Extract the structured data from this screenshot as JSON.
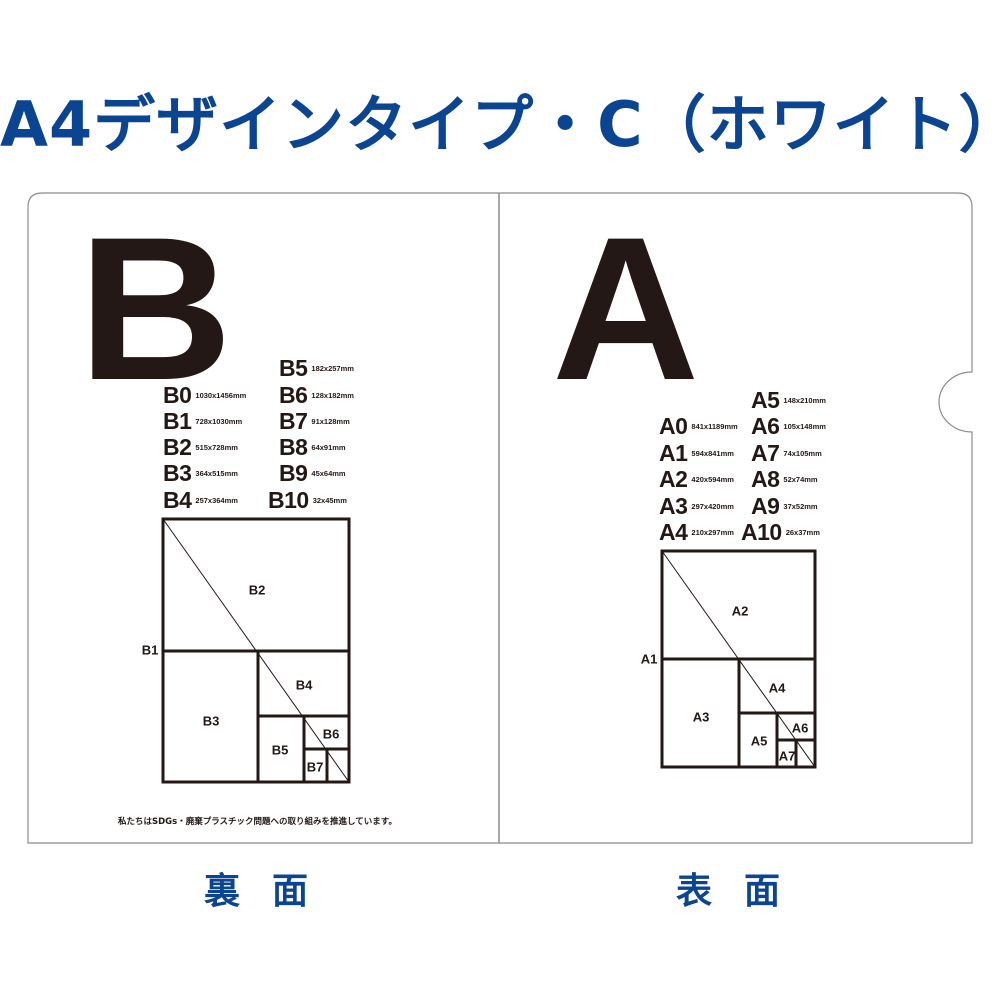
{
  "title": "A4デザインタイプ・C（ホワイト）",
  "colors": {
    "title": "#0b4591",
    "ink": "#231815",
    "outline": "#8c8c8c",
    "background": "#ffffff"
  },
  "back_side": {
    "label": "裏面",
    "big_letter": "B",
    "sizes_left": [
      {
        "code": "B0",
        "dim": "1030x1456mm"
      },
      {
        "code": "B1",
        "dim": "728x1030mm"
      },
      {
        "code": "B2",
        "dim": "515x728mm"
      },
      {
        "code": "B3",
        "dim": "364x515mm"
      },
      {
        "code": "B4",
        "dim": "257x364mm"
      }
    ],
    "sizes_right": [
      {
        "code": "B5",
        "dim": "182x257mm"
      },
      {
        "code": "B6",
        "dim": "128x182mm"
      },
      {
        "code": "B7",
        "dim": "91x128mm"
      },
      {
        "code": "B8",
        "dim": "64x91mm"
      },
      {
        "code": "B9",
        "dim": "45x64mm"
      },
      {
        "code": "B10",
        "dim": "32x45mm"
      }
    ],
    "diagram_labels": {
      "b1": "B1",
      "b2": "B2",
      "b3": "B3",
      "b4": "B4",
      "b5": "B5",
      "b6": "B6",
      "b7": "B7"
    },
    "notice": "私たちはSDGs・廃棄プラスチック問題への取り組みを推進しています。"
  },
  "front_side": {
    "label": "表面",
    "big_letter": "A",
    "sizes_left": [
      {
        "code": "A0",
        "dim": "841x1189mm"
      },
      {
        "code": "A1",
        "dim": "594x841mm"
      },
      {
        "code": "A2",
        "dim": "420x594mm"
      },
      {
        "code": "A3",
        "dim": "297x420mm"
      },
      {
        "code": "A4",
        "dim": "210x297mm"
      }
    ],
    "sizes_right": [
      {
        "code": "A5",
        "dim": "148x210mm"
      },
      {
        "code": "A6",
        "dim": "105x148mm"
      },
      {
        "code": "A7",
        "dim": "74x105mm"
      },
      {
        "code": "A8",
        "dim": "52x74mm"
      },
      {
        "code": "A9",
        "dim": "37x52mm"
      },
      {
        "code": "A10",
        "dim": "26x37mm"
      }
    ],
    "diagram_labels": {
      "a1": "A1",
      "a2": "A2",
      "a3": "A3",
      "a4": "A4",
      "a5": "A5",
      "a6": "A6",
      "a7": "A7"
    }
  }
}
